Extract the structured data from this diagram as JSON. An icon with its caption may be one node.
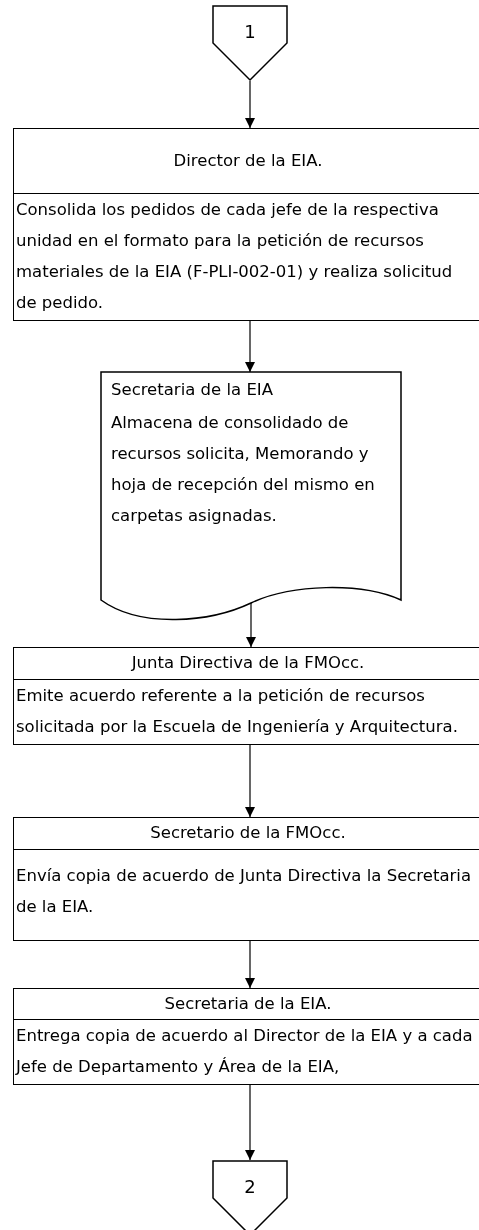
{
  "diagram": {
    "nodes": [
      {
        "text": [
          "1"
        ]
      },
      {
        "text": [
          "Director de la EIA.",
          "Consolida los pedidos de cada jefe de la respectiva unidad en el formato para la petición de recursos materiales de la EIA (F-PLI-002-01) y realiza solicitud de pedido."
        ]
      },
      {
        "text": [
          "Secretaria de la EIA",
          "Almacena de consolidado de recursos solicita, Memorando y hoja de recepción del mismo en carpetas asignadas."
        ]
      },
      {
        "text": [
          "Junta Directiva de la FMOcc.",
          "Emite acuerdo referente a la petición de recursos solicitada por la Escuela de Ingeniería y Arquitectura."
        ]
      },
      {
        "text": [
          "Secretario de la FMOcc.",
          "Envía copia de acuerdo de Junta Directiva la Secretaria de la EIA."
        ]
      },
      {
        "text": [
          "Secretaria de la EIA.",
          "Entrega copia de acuerdo al Director de la EIA y a cada Jefe de Departamento y Área de la EIA,"
        ]
      },
      {
        "text": [
          "2"
        ]
      }
    ],
    "edges": [
      {
        "from": 0,
        "to": 1,
        "arrow": "to"
      },
      {
        "from": 1,
        "to": 2,
        "arrow": "to"
      },
      {
        "from": 2,
        "to": 3,
        "arrow": "to"
      },
      {
        "from": 3,
        "to": 4,
        "arrow": "to"
      },
      {
        "from": 4,
        "to": 5,
        "arrow": "to"
      },
      {
        "from": 5,
        "to": 6,
        "arrow": "to"
      }
    ]
  }
}
